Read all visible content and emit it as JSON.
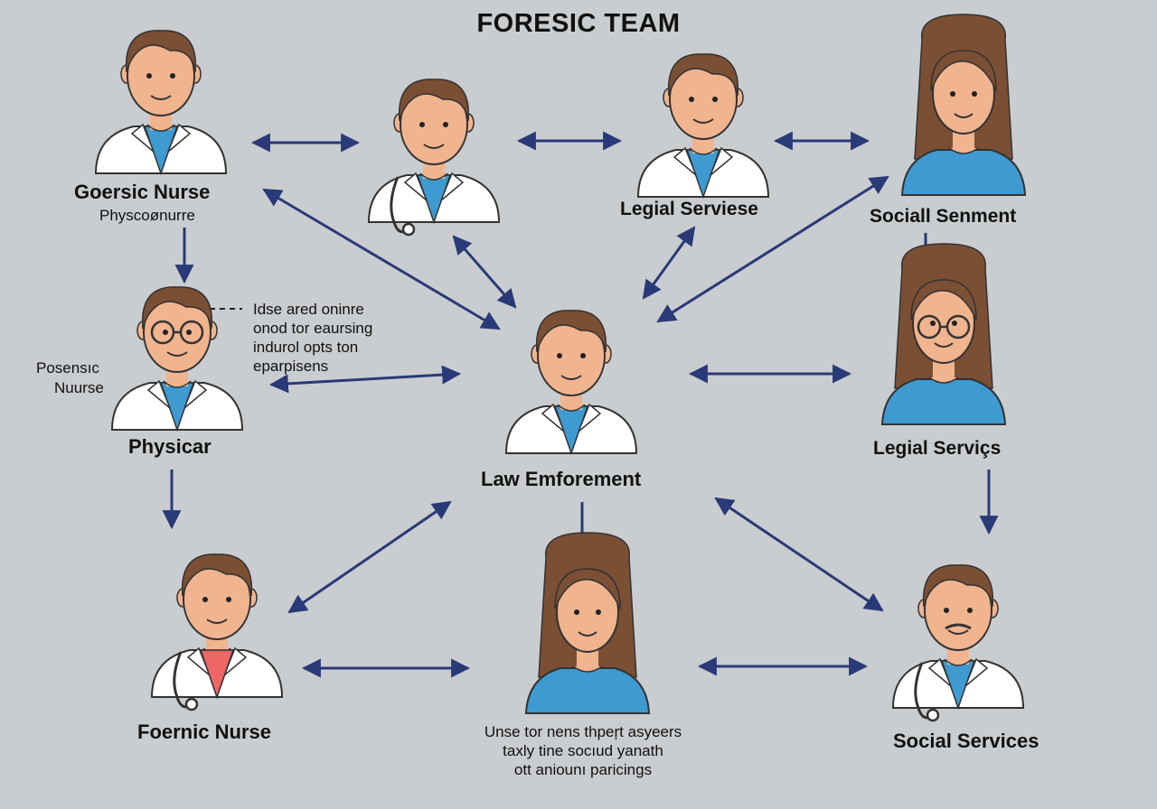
{
  "title": "FORESIC TEAM",
  "colors": {
    "background": "#c9cdcf",
    "arrow": "#2a3a78",
    "skin": "#f0b48f",
    "hair": "#7a4f34",
    "coat": "#ffffff",
    "shirt_blue": "#3e9ad0",
    "shirt_red": "#ee6666"
  },
  "labels": {
    "goersic_nurse": "Goersic Nurse",
    "physcosnurre": "Physcoønurre",
    "legial_servicse": "Legial Serviese",
    "sociall_senment": "Sociall Senment",
    "posensic_line1": "Posensıc",
    "posensic_line2": "Nuurse",
    "physicar": "Physicar",
    "law_enforcement": "Law Emforement",
    "legial_services": "Legial Serviçs",
    "foernic_nurse": "Foernic Nurse",
    "social_services": "Social Services"
  },
  "notes": {
    "upper": [
      "Idse ared oninre",
      "onod tor eaursing",
      "indurol opts ton",
      "eparpisens"
    ],
    "lower": [
      "Unse tor nens thpeŗt asyeers",
      "taxly tine socıud yanath",
      "ott aniounı paricings"
    ]
  },
  "icons": {
    "person_top_left": "doctor-person-icon",
    "person_top_mid": "doctor-stethoscope-icon",
    "person_top_right": "doctor-person-icon",
    "person_far_right": "woman-person-icon",
    "person_mid_left": "glasses-person-icon",
    "person_center": "doctor-person-icon",
    "person_mid_right": "glasses-woman-icon",
    "person_bottom_left": "doctor-stethoscope-icon",
    "person_bottom_mid": "woman-person-icon",
    "person_bottom_right": "doctor-stethoscope-icon"
  }
}
